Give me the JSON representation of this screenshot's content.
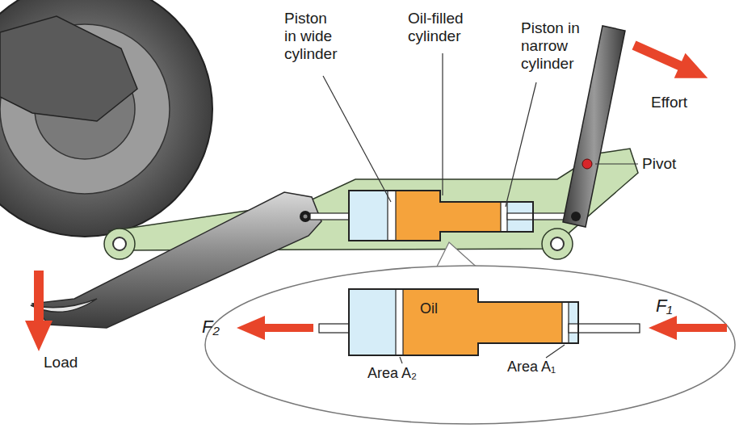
{
  "diagram": {
    "labels": [
      "Piston in wide cylinder",
      "Oil-filled cylinder",
      "Piston in narrow cylinder",
      "Effort",
      "Pivot",
      "Load",
      "Oil",
      "F₂",
      "F₁",
      "Area A₂",
      "Area A₁"
    ]
  }
}
